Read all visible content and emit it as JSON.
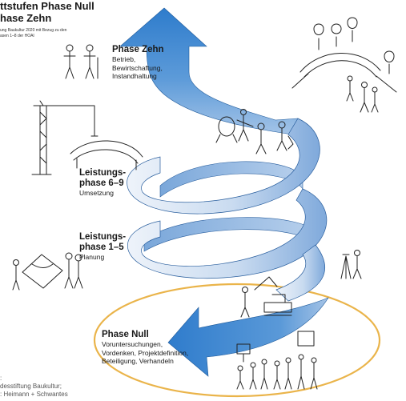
{
  "header": {
    "title_line1": "ttstufen Phase Null",
    "title_line2": "hase Zehn",
    "subtitle_line1": "ung Baukultur 2020 mit Bezug zu den",
    "subtitle_line2": "asen 1–8 der HOAI"
  },
  "phases": {
    "zehn": {
      "title": "Phase Zehn",
      "desc": [
        "Betrieb,",
        "Bewirtschaftung,",
        "Instandhaltung"
      ]
    },
    "lp69": {
      "title": [
        "Leistungs-",
        "phase 6–9"
      ],
      "desc": "Umsetzung"
    },
    "lp15": {
      "title": [
        "Leistungs-",
        "phase 1–5"
      ],
      "desc": "Planung"
    },
    "null": {
      "title": "Phase Null",
      "desc": [
        "Voruntersuchungen,",
        "Vordenken, Projektdefinition,",
        "Beteiligung, Verhandeln"
      ]
    }
  },
  "credits": {
    "line1": ":",
    "line2": "desstiftung Baukultur;",
    "line3": ": Heimann + Schwantes"
  },
  "colors": {
    "ribbon_dark": "#3a82cc",
    "ribbon_light": "#dbe7f5",
    "ellipse": "#eab44a",
    "line": "#222222"
  }
}
